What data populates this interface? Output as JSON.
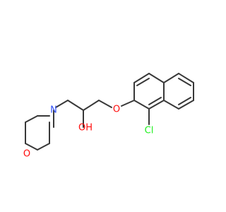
{
  "colors": {
    "bond": "#383838",
    "oxygen": "#ff0d0d",
    "nitrogen": "#3050f8",
    "chlorine": "#1ff01f",
    "background": "#ffffff"
  },
  "atoms": {
    "morpholine_oxygen": "O",
    "morpholine_nitrogen": "N",
    "hydroxyl": "OH",
    "ether_oxygen": "O",
    "chlorine": "Cl"
  }
}
